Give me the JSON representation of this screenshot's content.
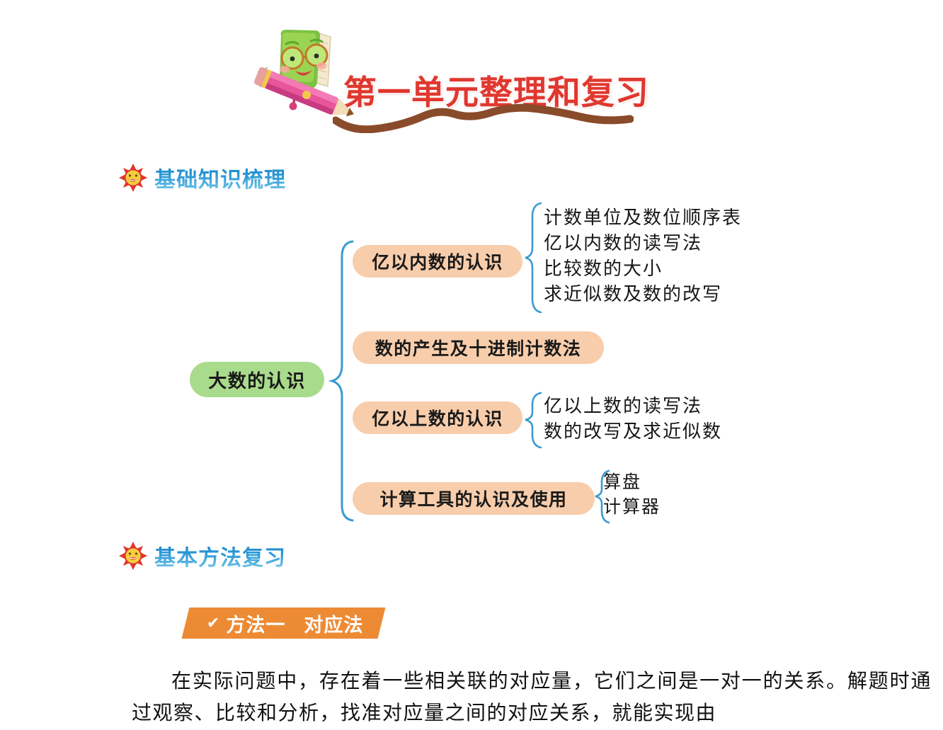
{
  "header": {
    "title": "第一单元整理和复习",
    "title_color": "#E0382F",
    "mascot_icon": "book-character-with-pencil",
    "squiggle_color": "#8A4B2A"
  },
  "sections": [
    {
      "id": "basics",
      "icon": "sun-smiley-icon",
      "label": "基础知识梳理",
      "label_color": "#2E9BD6"
    },
    {
      "id": "methods",
      "icon": "sun-smiley-icon",
      "label": "基本方法复习",
      "label_color": "#2E9BD6"
    }
  ],
  "mindmap": {
    "root": {
      "label": "大数的认识",
      "fill": "#A9DB8C"
    },
    "branch_fill": "#F8CDAB",
    "brace_color": "#3A9BD0",
    "branches": [
      {
        "label": "亿以内数的认识",
        "leaves": [
          "计数单位及数位顺序表",
          "亿以内数的读写法",
          "比较数的大小",
          "求近似数及数的改写"
        ]
      },
      {
        "label": "数的产生及十进制计数法",
        "leaves": []
      },
      {
        "label": "亿以上数的认识",
        "leaves": [
          "亿以上数的读写法",
          "数的改写及求近似数"
        ]
      },
      {
        "label": "计算工具的认识及使用",
        "leaves": [
          "算盘",
          "计算器"
        ]
      }
    ]
  },
  "method": {
    "check_icon": "check-icon",
    "number_label": "方法一",
    "name_label": "对应法",
    "banner_color": "#ED8B35",
    "paragraph": "在实际问题中，存在着一些相关联的对应量，它们之间是一对一的关系。解题时通过观察、比较和分析，找准对应量之间的对应关系，就能实现由"
  }
}
